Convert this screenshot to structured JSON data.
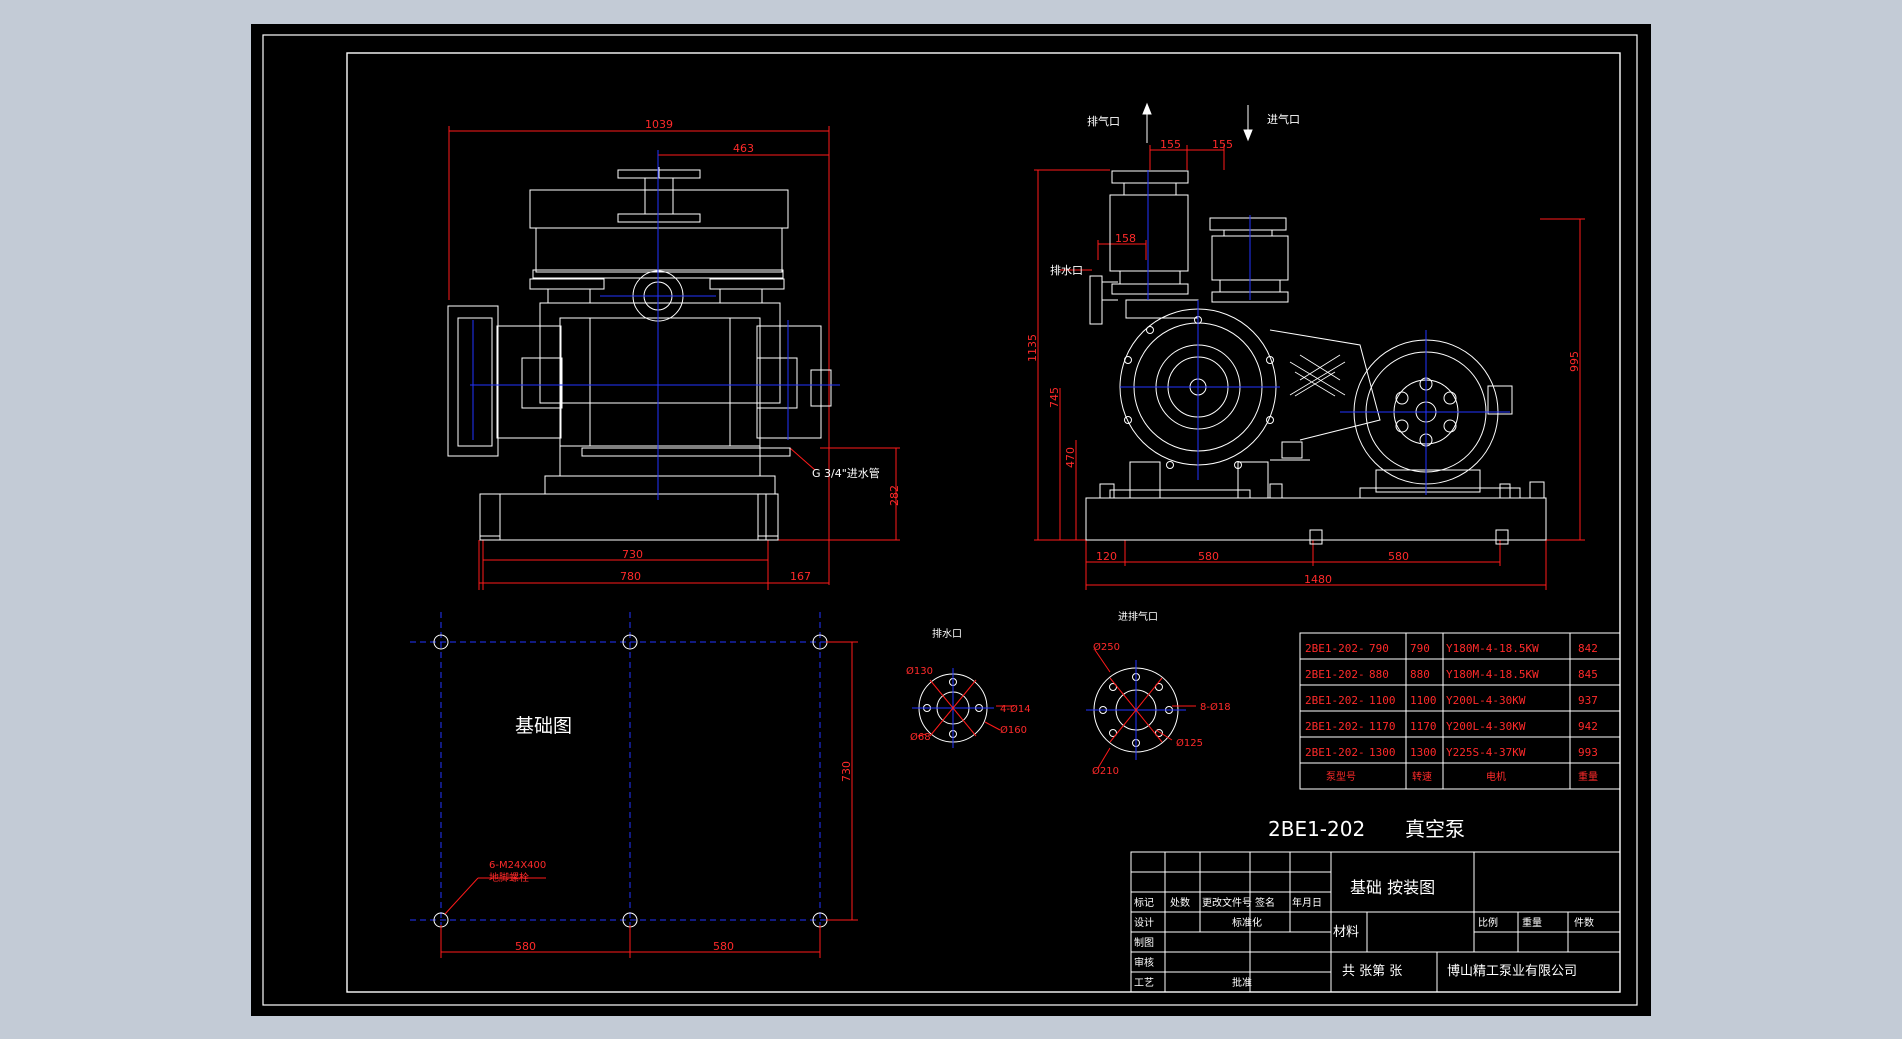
{
  "colors": {
    "canvas": "#c3cbd6",
    "paper": "#000000",
    "line_white": "#ffffff",
    "line_blue": "#2233ff",
    "line_red": "#ff1a1a",
    "text_white": "#ffffff",
    "text_red": "#ff2a2a"
  },
  "front_view": {
    "dim_1039": "1039",
    "dim_463": "463",
    "dim_730": "730",
    "dim_780": "780",
    "dim_167": "167",
    "dim_282": "282",
    "water_inlet_label": "G 3/4\"进水管"
  },
  "side_view": {
    "exhaust_label": "排气口",
    "intake_label": "进气口",
    "drain_label": "排水口",
    "dim_155a": "155",
    "dim_155b": "155",
    "dim_158": "158",
    "dim_1135": "1135",
    "dim_745": "745",
    "dim_470": "470",
    "dim_995": "995",
    "dim_120": "120",
    "dim_580a": "580",
    "dim_580b": "580",
    "dim_1480": "1480"
  },
  "foundation": {
    "title": "基础图",
    "bolt_label_1": "6-M24X400",
    "bolt_label_2": "地脚螺栓",
    "dim_580a": "580",
    "dim_580b": "580",
    "dim_730": "730"
  },
  "drain_flange": {
    "title": "排水口",
    "d130": "Ø130",
    "holes": "4-Ø14",
    "d68": "Ø68",
    "d160": "Ø160"
  },
  "gas_flange": {
    "title": "进排气口",
    "d250": "Ø250",
    "holes": "8-Ø18",
    "d125": "Ø125",
    "d210": "Ø210"
  },
  "spec_table": {
    "rows": [
      [
        "2BE1-202-",
        "790",
        "790",
        "Y180M-4-18.5KW",
        "842"
      ],
      [
        "2BE1-202-",
        "880",
        "880",
        "Y180M-4-18.5KW",
        "845"
      ],
      [
        "2BE1-202-",
        "1100",
        "1100",
        "Y200L-4-30KW",
        "937"
      ],
      [
        "2BE1-202-",
        "1170",
        "1170",
        "Y200L-4-30KW",
        "942"
      ],
      [
        "2BE1-202-",
        "1300",
        "1300",
        "Y225S-4-37KW",
        "993"
      ]
    ],
    "header": [
      "泵型号",
      "转速",
      "电机",
      "重量"
    ]
  },
  "title_block": {
    "model": "2BE1-202",
    "product": "真空泵",
    "drawing_name": "基础 按装图",
    "col_headers": [
      "标记",
      "处数",
      "更改文件号",
      "签名",
      "年月日"
    ],
    "row_labels": [
      "设计",
      "制图",
      "审核",
      "工艺"
    ],
    "standardize": "标准化",
    "approve": "批准",
    "material": "材料",
    "scale": "比例",
    "weight": "重量",
    "pieces": "件数",
    "sheets": "共   张第   张",
    "company": "博山精工泵业有限公司"
  }
}
